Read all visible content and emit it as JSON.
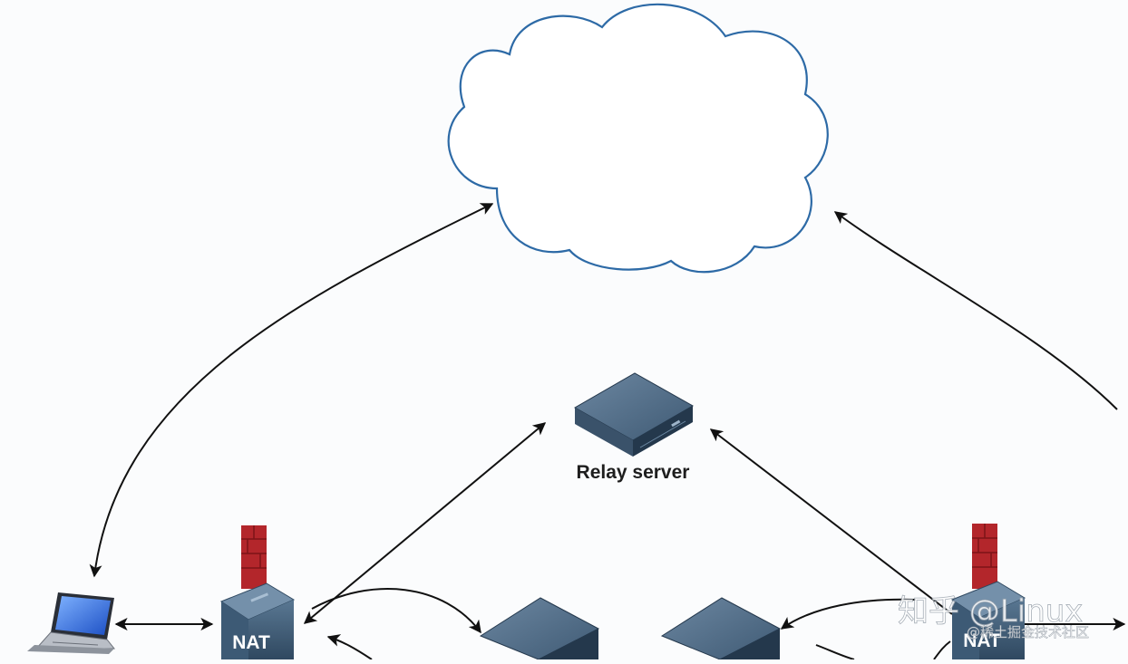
{
  "diagram": {
    "relay_label": "Relay server",
    "nat_left_label": "NAT",
    "nat_right_label": "NAT"
  },
  "watermark": {
    "main_text": "知乎 @Linux",
    "sub_text": "@稀土掘金技术社区"
  },
  "colors": {
    "cloud_stroke": "#2d6aa6",
    "arrow": "#111111",
    "server_top": "#4d6882",
    "server_side": "#2a3d52",
    "firewall": "#b3262b",
    "nat_body": "#3d5a75"
  }
}
